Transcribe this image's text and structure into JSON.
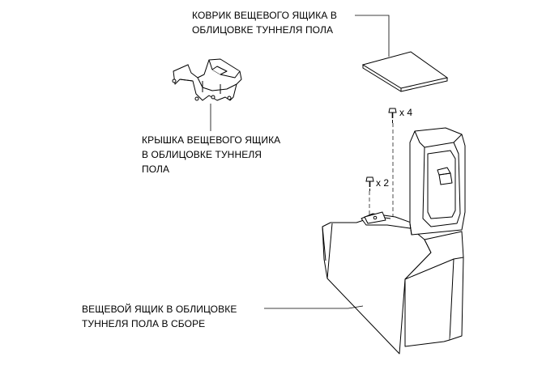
{
  "labels": {
    "tray_mat": {
      "line1": "КОВРИК ВЕЩЕВОГО ЯЩИКА В",
      "line2": "ОБЛИЦОВКЕ ТУННЕЛЯ ПОЛА"
    },
    "lid": {
      "line1": "КРЫШКА ВЕЩЕВОГО ЯЩИКА",
      "line2": "В ОБЛИЦОВКЕ ТУННЕЛЯ",
      "line3": "ПОЛА"
    },
    "box_assembly": {
      "line1": "ВЕЩЕВОЙ ЯЩИК В ОБЛИЦОВКЕ",
      "line2": "ТУННЕЛЯ ПОЛА В СБОРЕ"
    }
  },
  "fasteners": {
    "upper_qty": "x 4",
    "lower_qty": "x 2"
  },
  "colors": {
    "line": "#000000",
    "background": "#ffffff"
  }
}
